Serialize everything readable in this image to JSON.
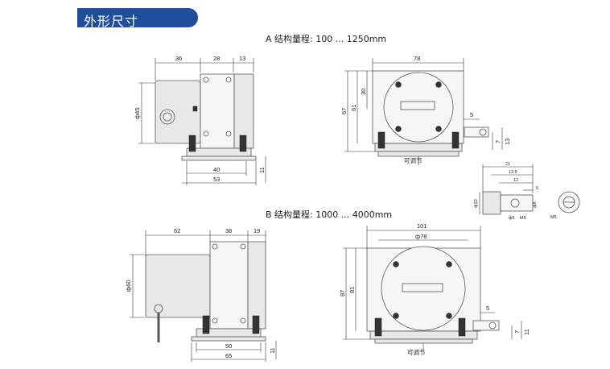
{
  "header": {
    "title": "外形尺寸"
  },
  "section_a": {
    "caption": "A 结构量程: 100 ... 1250mm",
    "side": {
      "d1": "36",
      "d2": "28",
      "d3": "13",
      "dia": "ф45",
      "w1": "40",
      "w2": "53",
      "h": "11"
    },
    "front": {
      "width": "78",
      "h1": "30",
      "h2": "61",
      "h3": "67",
      "off": "5",
      "s1": "7",
      "s2": "13",
      "adjust": "可调节"
    }
  },
  "detail": {
    "d1": "21",
    "d2": "13.5",
    "d3": "12",
    "d4": "5",
    "dia1": "ф10",
    "dia2": "ф5",
    "thread1": "M5",
    "thread2": "M5",
    "h": "ф8"
  },
  "section_b": {
    "caption": "B 结构量程: 1000 ... 4000mm",
    "side": {
      "d1": "62",
      "d2": "38",
      "d3": "19",
      "dia": "ф60",
      "w1": "50",
      "w2": "65",
      "h": "11"
    },
    "front": {
      "width": "101",
      "dia": "ф78",
      "h1": "81",
      "h2": "87",
      "off": "5",
      "s1": "7",
      "s2": "11",
      "adjust": "可调节"
    }
  }
}
